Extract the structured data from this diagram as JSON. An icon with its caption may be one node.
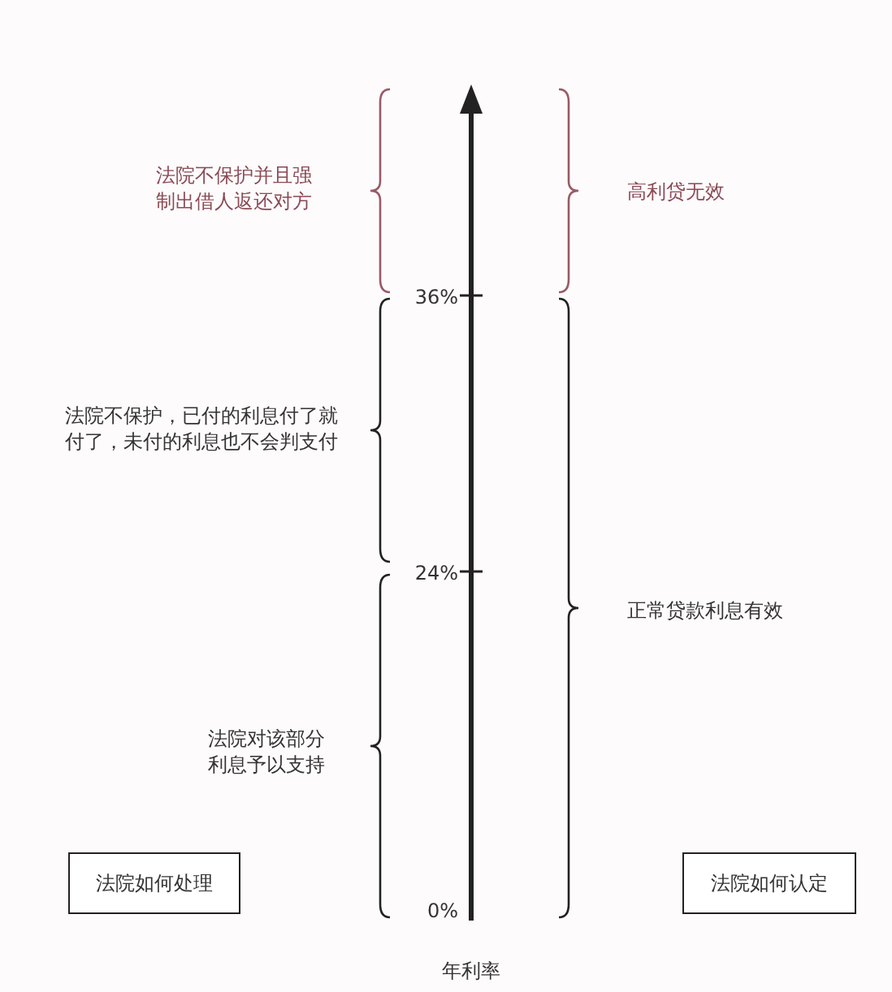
{
  "diagram": {
    "nodes": [
      {
        "text": [
          "法院如何处理"
        ]
      },
      {
        "text": [
          "法院如何认定"
        ]
      }
    ],
    "edges": [],
    "labels": [
      "法院不保护并且强制出借人返还对方",
      "高利贷无效",
      "36%",
      "法院不保护，已付的利息付了就付了，未付的利息也不会判支付",
      "24%",
      "正常贷款利息有效",
      "法院对该部分利息予以支持",
      "0%",
      "年利率"
    ]
  }
}
